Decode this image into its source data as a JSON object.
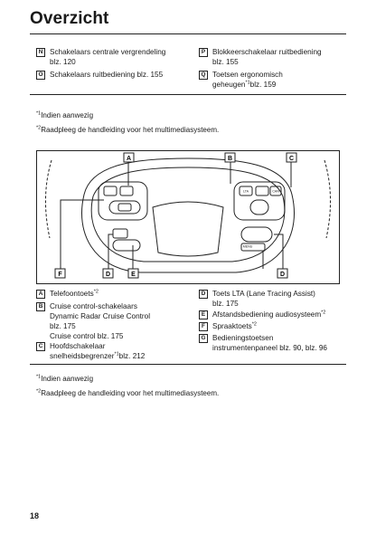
{
  "page_title": "Overzicht",
  "top_entries": [
    {
      "letter": "N",
      "lines": [
        "Schakelaars centrale vergrendeling",
        "blz. 120"
      ]
    },
    {
      "letter": "O",
      "lines": [
        "Schakelaars ruitbediening blz. 155"
      ]
    },
    {
      "letter": "P",
      "lines": [
        "Blokkeerschakelaar ruitbediening",
        "blz. 155"
      ]
    },
    {
      "letter": "Q",
      "lines": [
        "Toetsen ergonomisch",
        "geheugen",
        "blz. 159"
      ],
      "sup": "*1"
    }
  ],
  "notes_top": [
    {
      "sup": "*1",
      "text": "Indien aanwezig"
    },
    {
      "sup": "*2",
      "text": "Raadpleeg de handleiding voor het multimediasysteem."
    }
  ],
  "figure_callouts": {
    "a": "A",
    "b": "B",
    "c": "C",
    "d1": "D",
    "d2": "D",
    "e": "E",
    "f": "F"
  },
  "figure_button_labels": {
    "menu": "MENU",
    "lta": "LTA",
    "cancel": "CAN"
  },
  "bottom_entries": {
    "A": {
      "letter": "A",
      "text": "Telefoontoets",
      "sup": "*2"
    },
    "B": {
      "letter": "B",
      "line1": "Cruise control-schakelaars",
      "line2": "Dynamic Radar Cruise Control",
      "line3": "blz. 175",
      "line4": "Cruise control blz. 175"
    },
    "C": {
      "letter": "C",
      "line1": "Hoofdschakelaar",
      "line2a": "snelheidsbegrenzer",
      "sup": "*1",
      "line2b": "blz. 212"
    },
    "D": {
      "letter": "D",
      "line1": "Toets LTA (Lane Tracing Assist)",
      "line2": "blz. 175"
    },
    "E": {
      "letter": "E",
      "text": "Afstandsbediening audiosysteem",
      "sup": "*2"
    },
    "F": {
      "letter": "F",
      "text": "Spraaktoets",
      "sup": "*2"
    },
    "G": {
      "letter": "G",
      "line1": "Bedieningstoetsen",
      "line2": "instrumentenpaneel blz. 90, blz. 96"
    }
  },
  "notes_bottom": [
    {
      "sup": "*1",
      "text": "Indien aanwezig"
    },
    {
      "sup": "*2",
      "text": "Raadpleeg de handleiding voor het multimediasysteem."
    }
  ],
  "page_number": "18"
}
